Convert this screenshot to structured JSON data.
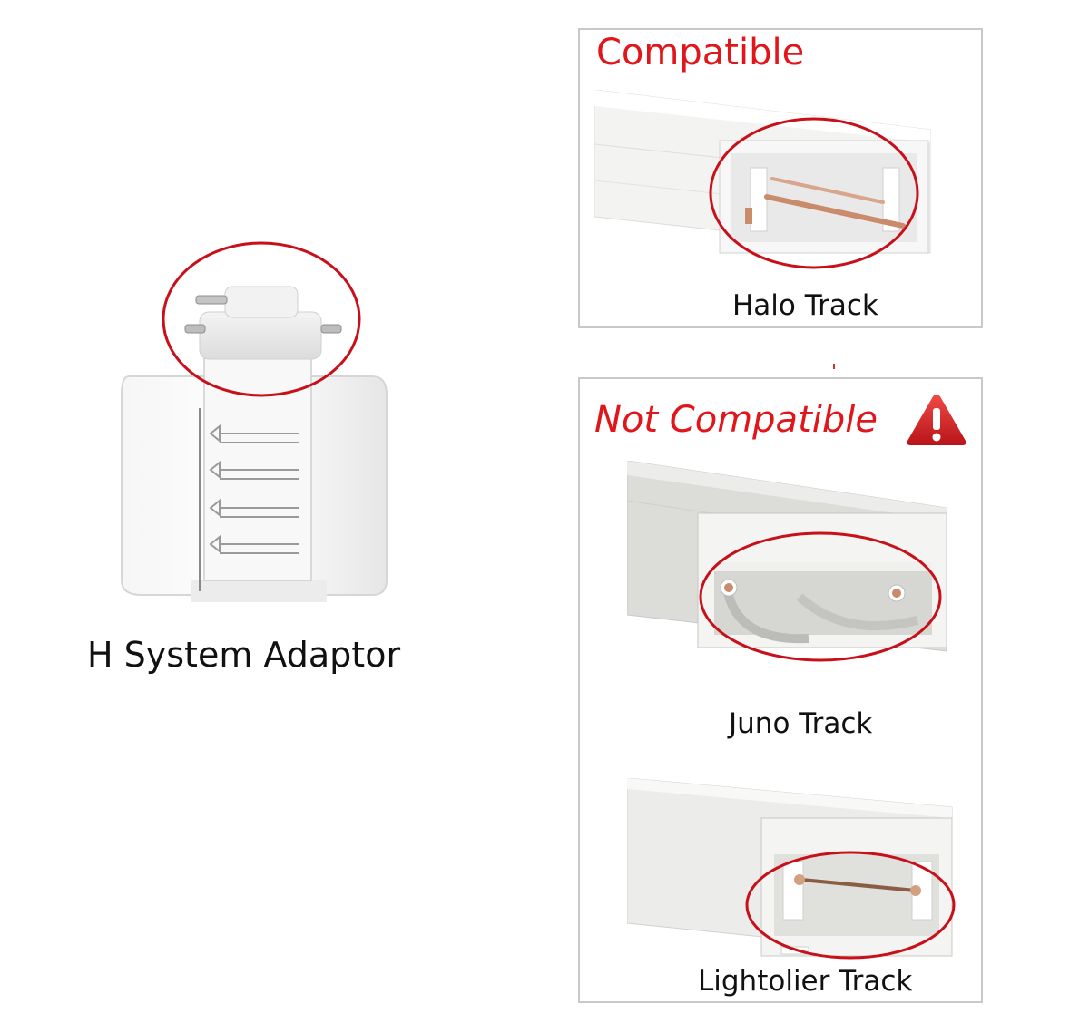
{
  "adaptor": {
    "caption": "H System Adaptor",
    "icon": "track-adaptor-icon"
  },
  "compatible": {
    "heading": "Compatible",
    "tracks": [
      {
        "label": "Halo Track"
      }
    ]
  },
  "not_compatible": {
    "heading": "Not Compatible",
    "warning_icon": "warning-triangle-icon",
    "tracks": [
      {
        "label": "Juno Track"
      },
      {
        "label": "Lightolier Track"
      }
    ]
  },
  "colors": {
    "accent_red": "#e0161b",
    "highlight_circle": "#c8101a",
    "panel_border": "#c9c9c9",
    "track_white": "#f2f2f0",
    "track_grey": "#d8d9d6",
    "copper": "#c98b6a"
  }
}
